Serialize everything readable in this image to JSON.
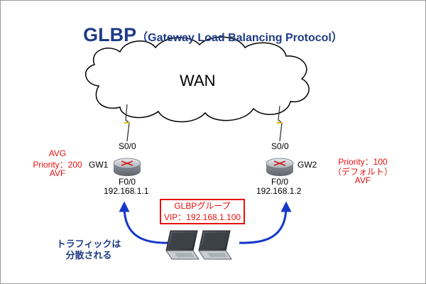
{
  "title": {
    "main": "GLBP",
    "sub": "（Gateway Load Balancing Protocol）"
  },
  "wan": {
    "label": "WAN"
  },
  "gw1": {
    "name": "GW1",
    "upper_interface": "S0/0",
    "lower_interface": "F0/0",
    "ip": "192.168.1.1",
    "role_lines": [
      "AVG",
      "Priority：200",
      "AVF"
    ]
  },
  "gw2": {
    "name": "GW2",
    "upper_interface": "S0/0",
    "lower_interface": "F0/0",
    "ip": "192.168.1.2",
    "role_lines": [
      "Priority：100",
      "（デフォルト）",
      "AVF"
    ]
  },
  "glbp_group": {
    "line1": "GLBPグループ",
    "line2": "VIP：192.168.1.100"
  },
  "traffic_note": {
    "line1": "トラフィックは",
    "line2": "分散される"
  },
  "colors": {
    "title": "#1f3b86",
    "accent_red": "#e81010",
    "arrow_blue": "#1f3b86",
    "router": "#8f959c"
  },
  "icons": [
    "cloud-icon",
    "router-icon",
    "laptop-icon",
    "lightning-icon"
  ]
}
